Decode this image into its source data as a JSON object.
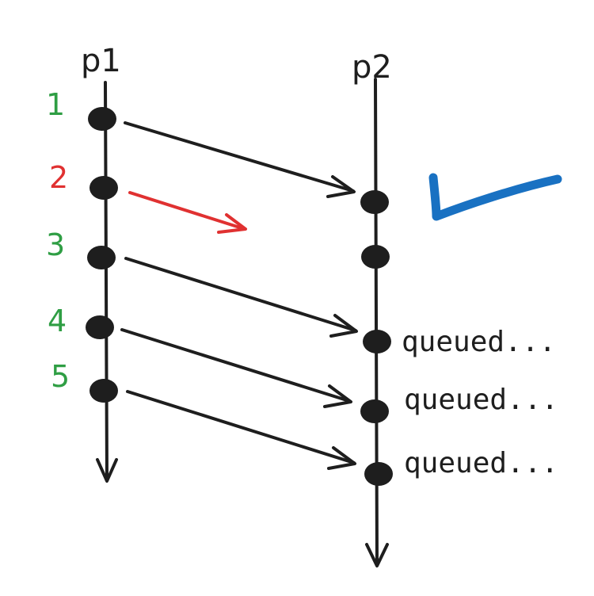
{
  "processes": [
    {
      "id": "p1",
      "label": "p1"
    },
    {
      "id": "p2",
      "label": "p2"
    }
  ],
  "messages": [
    {
      "number": "1",
      "color": "#2f9e44",
      "status": "delivered"
    },
    {
      "number": "2",
      "color": "#e03131",
      "status": "lost"
    },
    {
      "number": "3",
      "color": "#2f9e44",
      "status": "delivered"
    },
    {
      "number": "4",
      "color": "#2f9e44",
      "status": "delivered"
    },
    {
      "number": "5",
      "color": "#2f9e44",
      "status": "delivered"
    }
  ],
  "receiver_annotations": [
    "",
    "",
    "queued...",
    "queued...",
    "queued..."
  ],
  "checkmark_color": "#1971c2",
  "line_color": "#1e1e1e",
  "icons": {
    "checkmark": "checkmark-icon",
    "arrowhead": "arrowhead-icon"
  }
}
